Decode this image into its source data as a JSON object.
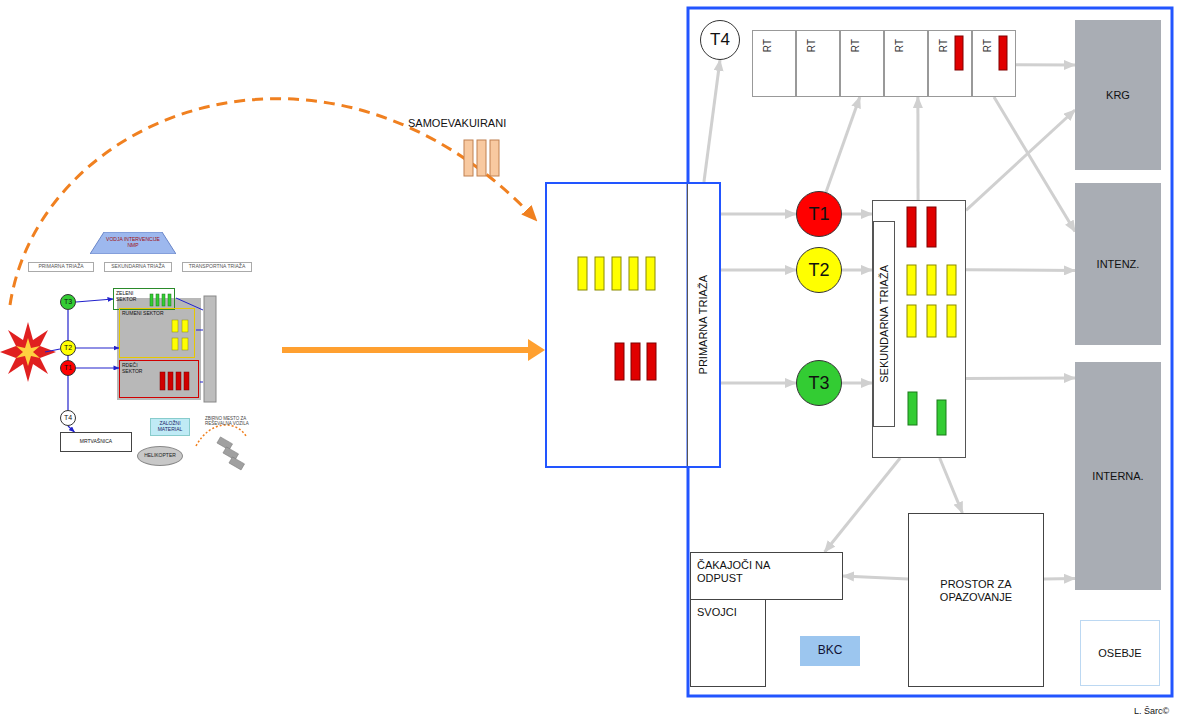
{
  "diagram": {
    "nodes": [
      {
        "text": [
          "VODJA INTERVENCIJE NMP"
        ]
      },
      {
        "text": [
          "PRIMARNA TRIAŽA"
        ]
      },
      {
        "text": [
          "SEKUNDARNA TRIAŽA"
        ]
      },
      {
        "text": [
          "TRANSPORTNA TRIAŽA"
        ]
      },
      {
        "text": [
          "T3"
        ]
      },
      {
        "text": [
          "T2"
        ]
      },
      {
        "text": [
          "T1"
        ]
      },
      {
        "text": [
          "T4"
        ]
      },
      {
        "text": [
          "ZELENI SEKTOR"
        ]
      },
      {
        "text": [
          "RUMENI SEKTOR"
        ]
      },
      {
        "text": [
          "RDEČI SEKTOR"
        ]
      },
      {
        "text": [
          "MRTVAŠNICA"
        ]
      },
      {
        "text": [
          "ZALOŽNI MATERIAL"
        ]
      },
      {
        "text": [
          "HELIKOPTER"
        ]
      },
      {
        "text": [
          "PRIMARNA TRIAŽA"
        ]
      },
      {
        "text": [
          "T4"
        ]
      },
      {
        "text": [
          "RT"
        ]
      },
      {
        "text": [
          "RT"
        ]
      },
      {
        "text": [
          "RT"
        ]
      },
      {
        "text": [
          "RT"
        ]
      },
      {
        "text": [
          "RT"
        ]
      },
      {
        "text": [
          "RT"
        ]
      },
      {
        "text": [
          "KRG"
        ]
      },
      {
        "text": [
          "T1"
        ]
      },
      {
        "text": [
          "T2"
        ]
      },
      {
        "text": [
          "T3"
        ]
      },
      {
        "text": [
          "SEKUNDARNA TRIAŽA"
        ]
      },
      {
        "text": [
          "INTENZ."
        ]
      },
      {
        "text": [
          "INTERNA."
        ]
      },
      {
        "text": [
          "ČAKAJOČI NA ODPUST"
        ]
      },
      {
        "text": [
          "SVOJCI"
        ]
      },
      {
        "text": [
          "PROSTOR ZA OPAZOVANJE"
        ]
      },
      {
        "text": [
          "BKC"
        ]
      },
      {
        "text": [
          "OSEBJE"
        ]
      }
    ],
    "edges": [
      {
        "from": 4,
        "to": 8,
        "arrow": "to"
      },
      {
        "from": 5,
        "to": 9,
        "arrow": "to"
      },
      {
        "from": 6,
        "to": 10,
        "arrow": "to"
      },
      {
        "from": 7,
        "to": 11,
        "arrow": "to"
      },
      {
        "from": 14,
        "to": 15,
        "arrow": "to"
      },
      {
        "from": 14,
        "to": 23,
        "arrow": "to"
      },
      {
        "from": 14,
        "to": 24,
        "arrow": "to"
      },
      {
        "from": 14,
        "to": 25,
        "arrow": "to"
      },
      {
        "from": 23,
        "to": 26,
        "arrow": "to"
      },
      {
        "from": 24,
        "to": 26,
        "arrow": "to"
      },
      {
        "from": 25,
        "to": 26,
        "arrow": "to"
      },
      {
        "from": 23,
        "to": 18,
        "arrow": "to"
      },
      {
        "from": 26,
        "to": 19,
        "arrow": "to"
      },
      {
        "from": 26,
        "to": 22,
        "arrow": "to"
      },
      {
        "from": 26,
        "to": 27,
        "arrow": "to"
      },
      {
        "from": 26,
        "to": 28,
        "arrow": "to"
      },
      {
        "from": 26,
        "to": 29,
        "arrow": "to"
      },
      {
        "from": 26,
        "to": 31,
        "arrow": "to"
      },
      {
        "from": 21,
        "to": 22,
        "arrow": "to"
      },
      {
        "from": 21,
        "to": 27,
        "arrow": "to"
      },
      {
        "from": 31,
        "to": 29,
        "arrow": "to"
      },
      {
        "from": 31,
        "to": 28,
        "arrow": "to"
      }
    ],
    "labels": [
      "SAMOEVAKUIRANI",
      "ZBIRNO MESTO ZA REŠEVALNA VOZILA",
      "L. Šarc©"
    ]
  }
}
